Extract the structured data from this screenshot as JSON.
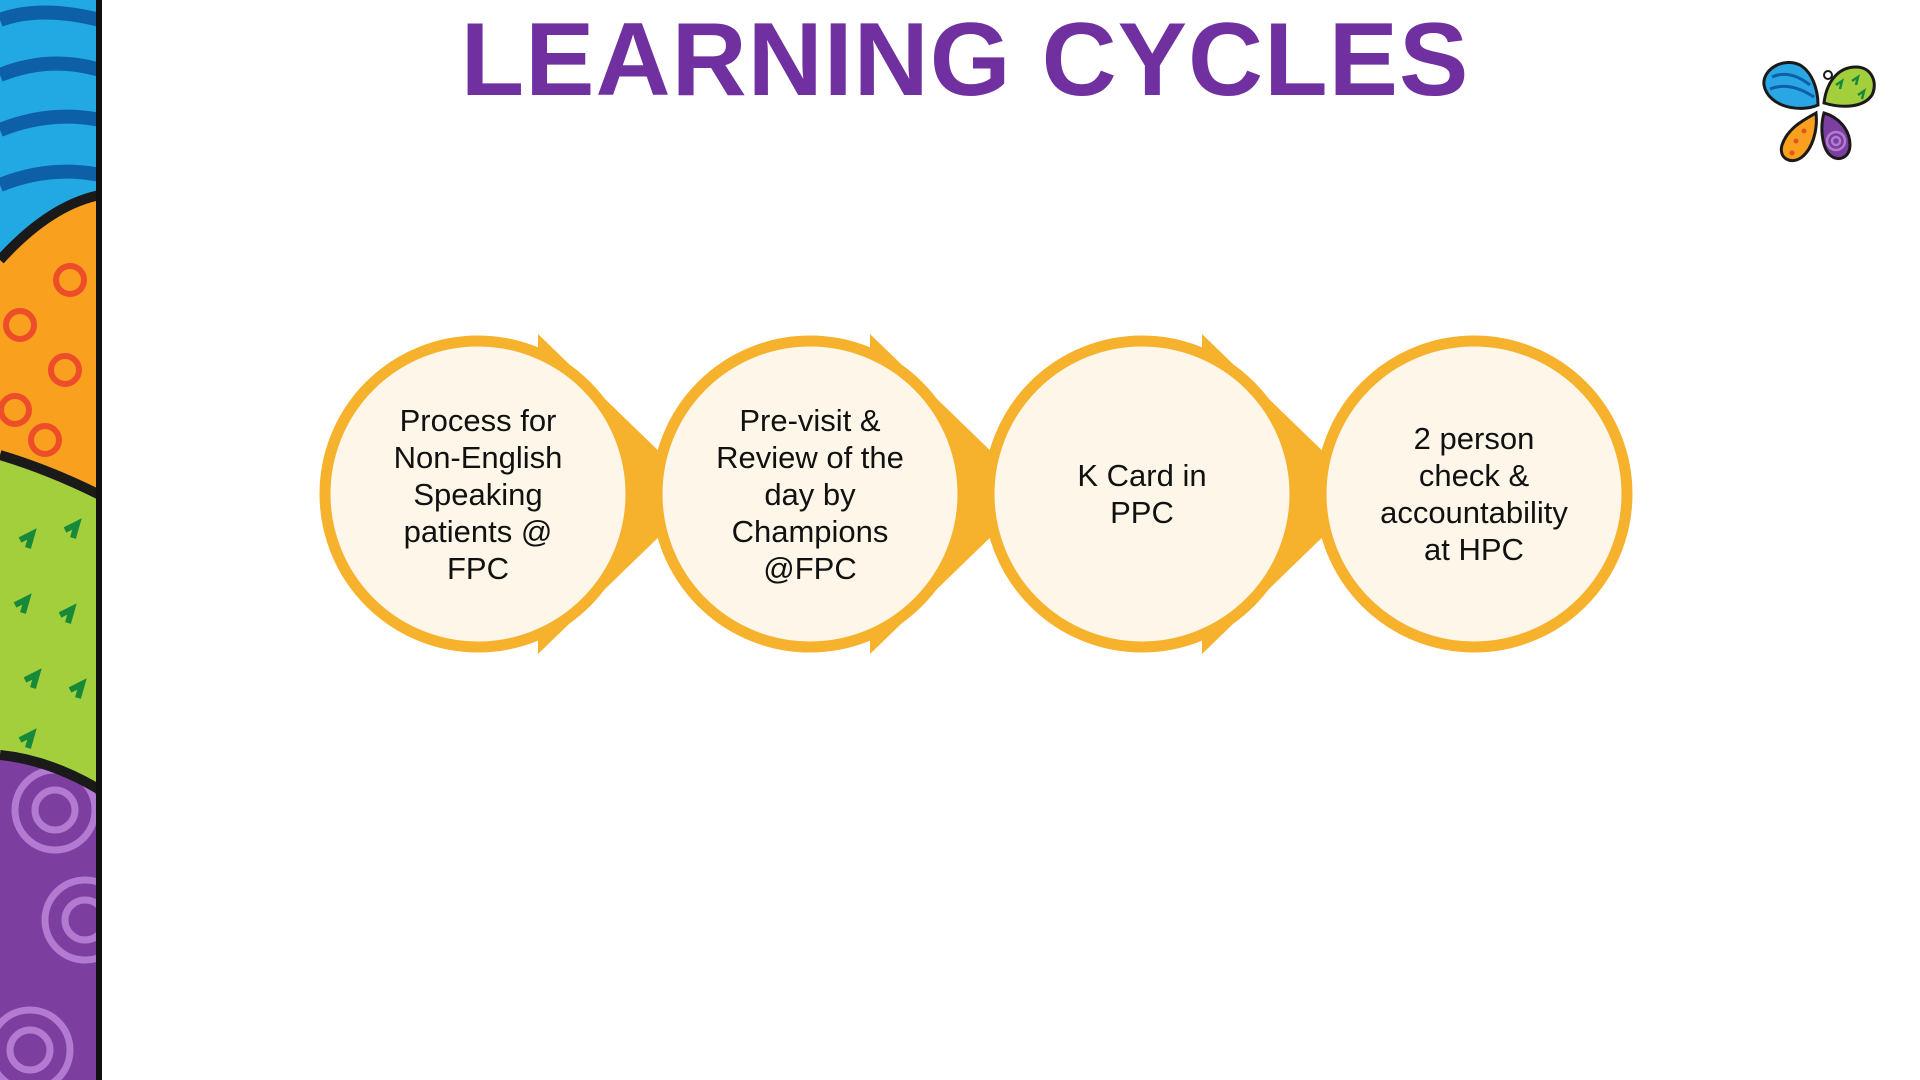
{
  "slide": {
    "title": "LEARNING CYCLES"
  },
  "colors": {
    "title": "#7030a0",
    "ring": "#f6b22c",
    "circle_fill": "#fdf6e9",
    "banner_blue": "#1fa6e0",
    "banner_orange": "#f99f1e",
    "banner_green": "#9ecc3a",
    "banner_purple": "#7b3fa0"
  },
  "icons": {
    "logo": "butterfly-logo-icon",
    "connector": "arrow-right-icon"
  },
  "diagram": {
    "steps": [
      {
        "text": "Process for\nNon-English\nSpeaking\npatients @\nFPC"
      },
      {
        "text": "Pre-visit &\nReview of the\nday by\nChampions\n@FPC"
      },
      {
        "text": "K Card in\nPPC"
      },
      {
        "text": "2 person\ncheck &\naccountability\nat HPC"
      }
    ]
  }
}
